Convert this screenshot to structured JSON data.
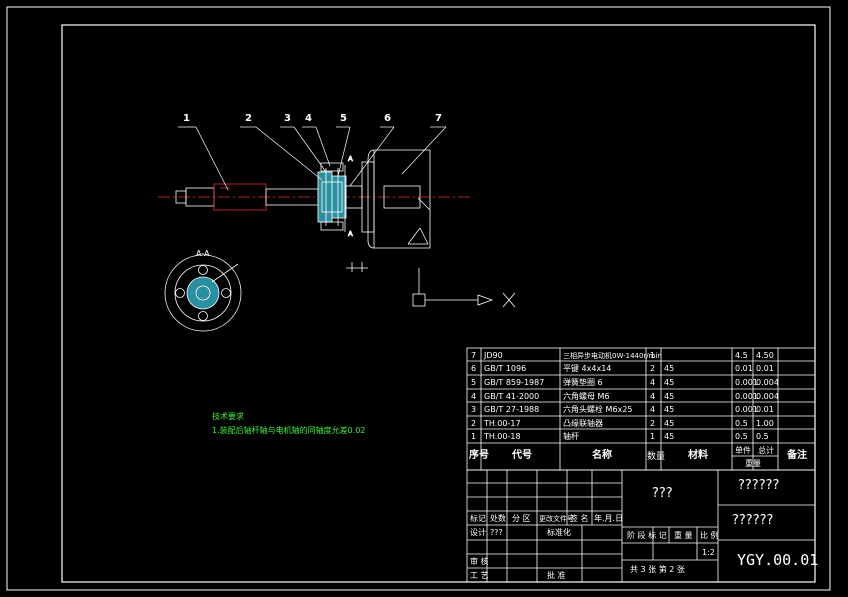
{
  "balloons": [
    "1",
    "2",
    "3",
    "4",
    "5",
    "6",
    "7"
  ],
  "section_label": "A-A",
  "section_mark": "A",
  "tech": {
    "title": "技术要求",
    "line1": "1.装配后轴杆轴与电机轴的同轴度允差0.02"
  },
  "bom": [
    {
      "no": "7",
      "code": "JD90",
      "name": "三相异步电动机0W-1440r/min",
      "qty": "1",
      "mat": "",
      "unit": "4.5",
      "total": "4.50"
    },
    {
      "no": "6",
      "code": "GB/T 1096",
      "name": "平键 4x4x14",
      "qty": "2",
      "mat": "45",
      "unit": "0.01",
      "total": "0.01"
    },
    {
      "no": "5",
      "code": "GB/T 859-1987",
      "name": "弹簧垫圈 6",
      "qty": "4",
      "mat": "45",
      "unit": "0.001",
      "total": "0.004"
    },
    {
      "no": "4",
      "code": "GB/T 41-2000",
      "name": "六角螺母 M6",
      "qty": "4",
      "mat": "45",
      "unit": "0.001",
      "total": "0.004"
    },
    {
      "no": "3",
      "code": "GB/T 27-1988",
      "name": "六角头螺栓 M6x25",
      "qty": "4",
      "mat": "45",
      "unit": "0.001",
      "total": "0.01"
    },
    {
      "no": "2",
      "code": "TH.00-17",
      "name": "凸缘联轴器",
      "qty": "2",
      "mat": "45",
      "unit": "0.5",
      "total": "1.00"
    },
    {
      "no": "1",
      "code": "TH.00-18",
      "name": "轴杆",
      "qty": "1",
      "mat": "45",
      "unit": "0.5",
      "total": "0.5"
    }
  ],
  "bom_header": {
    "no": "序号",
    "code": "代号",
    "name": "名称",
    "qty": "数量",
    "mat": "材料",
    "unit": "单件",
    "total": "总计",
    "weight": "重量",
    "note": "备注"
  },
  "title_block": {
    "center": "???",
    "right_top": "??????",
    "right_mid": "??????",
    "drawing_no": "YGY.00.01",
    "row_labels": [
      "标记",
      "处数",
      "分 区",
      "更改文件号",
      "签 名",
      "年.月.日"
    ],
    "design": "设计",
    "design_val": "???",
    "standard": "标准化",
    "review": "审 核",
    "process": "工 艺",
    "approve": "批 准",
    "stage": "阶 段 标 记",
    "weight": "重 量",
    "scale_label": "比 例",
    "scale": "1:2",
    "sheets": "共 3 张   第 2 张"
  }
}
